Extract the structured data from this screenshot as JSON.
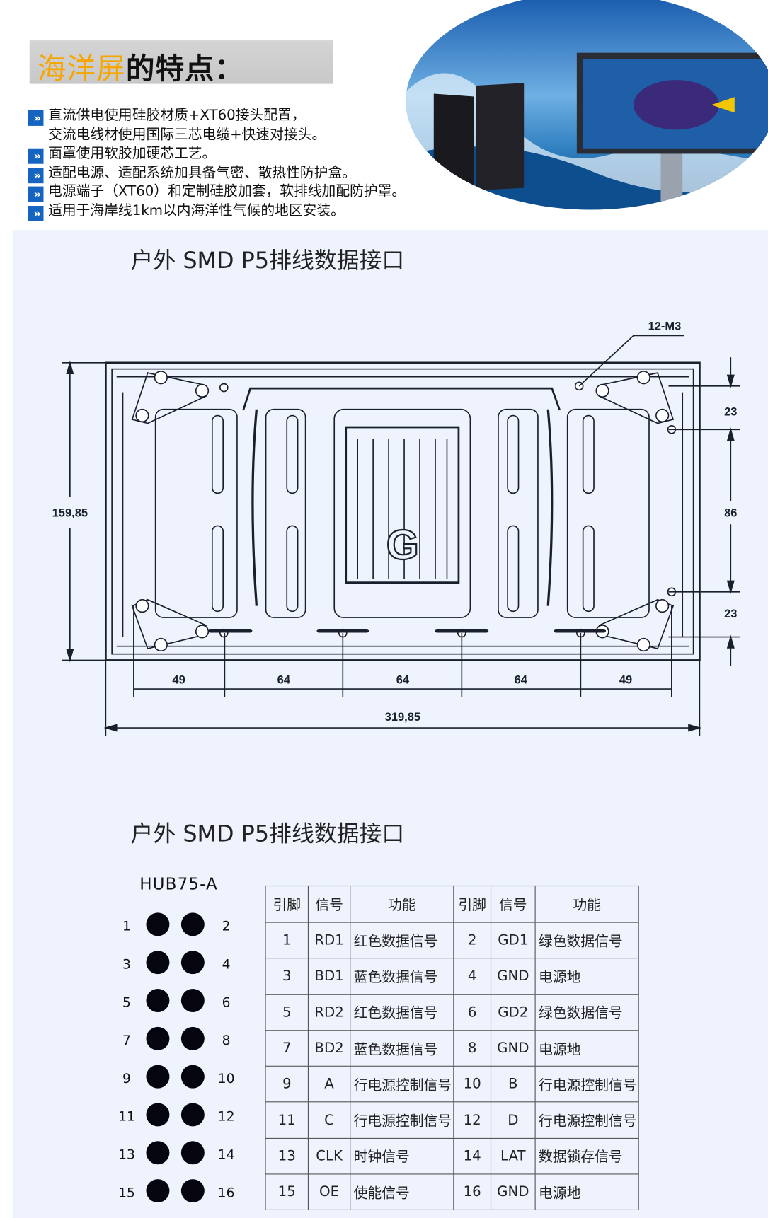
{
  "header": {
    "title_highlight": "海洋屏",
    "title_rest": "的特点："
  },
  "features": [
    {
      "line1": "直流供电使用硅胶材质+XT60接头配置，",
      "line2": "交流电线材使用国际三芯电缆+快速对接头。"
    },
    {
      "line1": "面罩使用软胶加硬芯工艺。"
    },
    {
      "line1": "适配电源、适配系统加具备气密、散热性防护盒。"
    },
    {
      "line1": "电源端子（XT60）和定制硅胶加套，软排线加配防护罩。"
    },
    {
      "line1": "适用于海岸线1km以内海洋性气候的地区安装。"
    }
  ],
  "chevron_icon": "»",
  "section1": {
    "title": "户外 SMD P5排线数据接口"
  },
  "drawing": {
    "screw_label": "12-M3",
    "height": "159,85",
    "right_dims": [
      "23",
      "86",
      "23"
    ],
    "bottom_dims": [
      "49",
      "64",
      "64",
      "64",
      "49"
    ],
    "total_width": "319,85"
  },
  "section2": {
    "title": "户外 SMD P5排线数据接口"
  },
  "connector": {
    "name": "HUB75-A",
    "left_pins": [
      "1",
      "3",
      "5",
      "7",
      "9",
      "11",
      "13",
      "15"
    ],
    "right_pins": [
      "2",
      "4",
      "6",
      "8",
      "10",
      "12",
      "14",
      "16"
    ]
  },
  "table": {
    "headers": [
      "引脚",
      "信号",
      "功能",
      "引脚",
      "信号",
      "功能"
    ],
    "rows": [
      [
        "1",
        "RD1",
        "红色数据信号",
        "2",
        "GD1",
        "绿色数据信号"
      ],
      [
        "3",
        "BD1",
        "蓝色数据信号",
        "4",
        "GND",
        "电源地"
      ],
      [
        "5",
        "RD2",
        "红色数据信号",
        "6",
        "GD2",
        "绿色数据信号"
      ],
      [
        "7",
        "BD2",
        "蓝色数据信号",
        "8",
        "GND",
        "电源地"
      ],
      [
        "9",
        "A",
        "行电源控制信号",
        "10",
        "B",
        "行电源控制信号"
      ],
      [
        "11",
        "C",
        "行电源控制信号",
        "12",
        "D",
        "行电源控制信号"
      ],
      [
        "13",
        "CLK",
        "时钟信号",
        "14",
        "LAT",
        "数据锁存信号"
      ],
      [
        "15",
        "OE",
        "使能信号",
        "16",
        "GND",
        "电源地"
      ]
    ]
  }
}
